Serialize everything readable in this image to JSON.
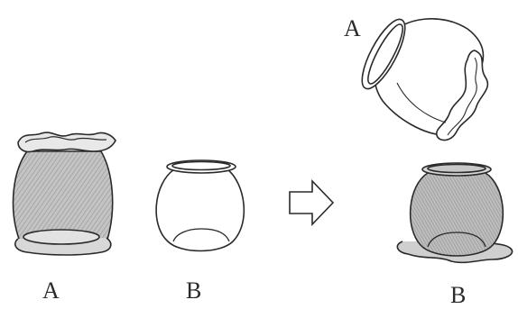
{
  "labels": {
    "left_a": "A",
    "left_b": "B",
    "right_a": "A",
    "right_b": "B"
  },
  "icons": {
    "transition": "hollow-right-arrow-icon"
  },
  "colors": {
    "ink": "#2a2a2a",
    "glass_fill": "#b8b8b8",
    "water_fill": "#cfcfcf"
  }
}
